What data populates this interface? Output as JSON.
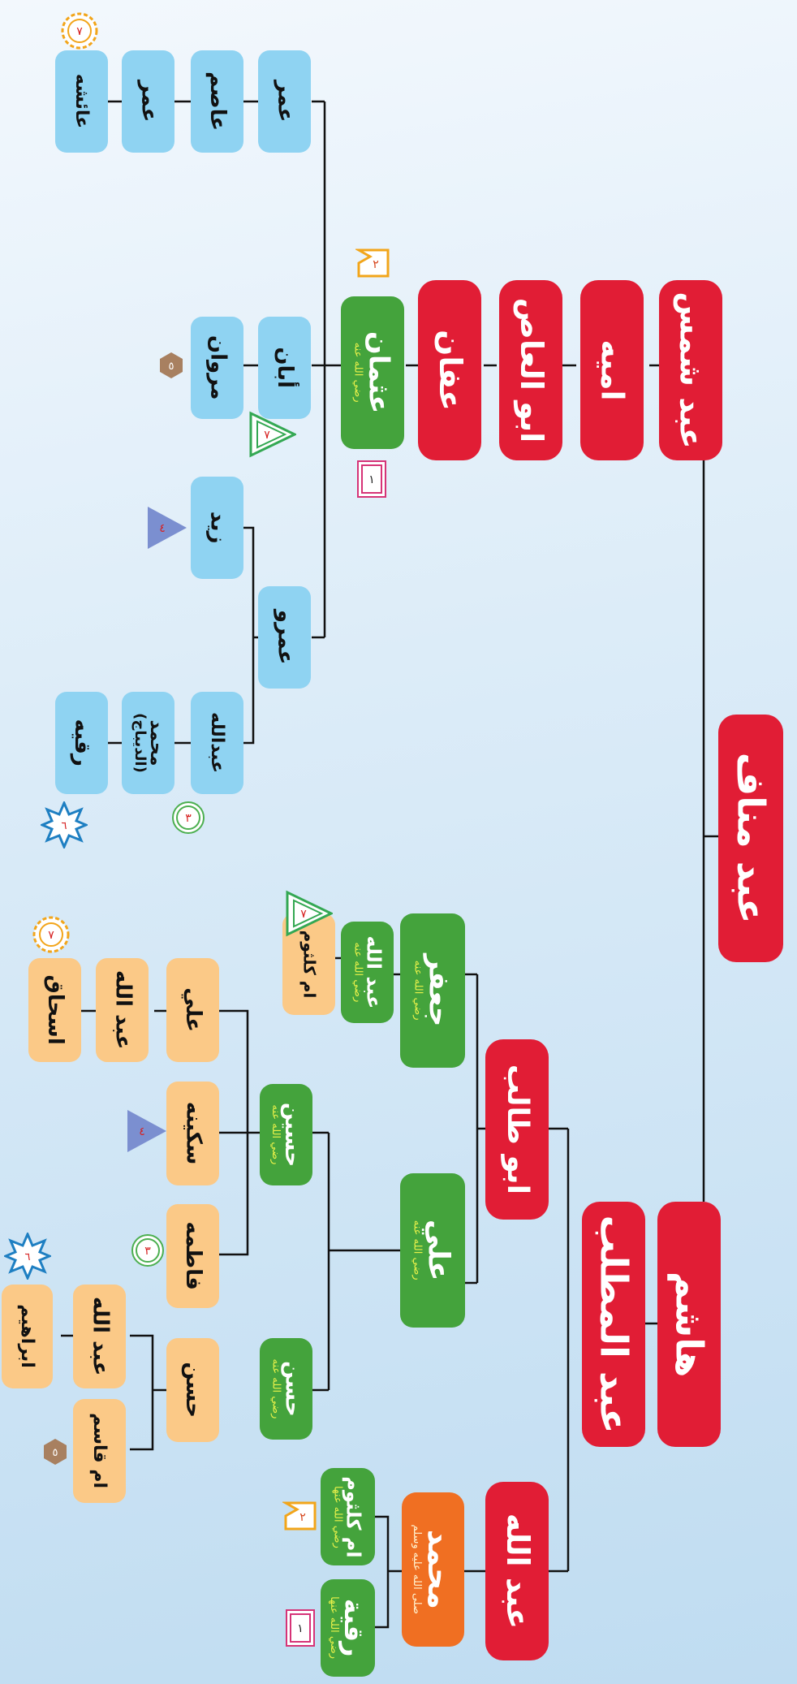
{
  "tree": {
    "root": "عبد مناف",
    "hashim": "هاشم",
    "abdul_muttalib": "عبد المطلب",
    "abdullah": "عبد الله",
    "muhammad": "محمد",
    "muhammad_salutation": "صلى الله عليه وسلم",
    "ruqayyah": "رقية",
    "umm_kulthum": "ام كلثوم",
    "abu_talib": "ابو طالب",
    "ali": "علي",
    "jafar": "جعفر",
    "abdullah_ibn_jafar": "عبد الله",
    "umm_kulthum_2": "ام كلثوم",
    "hasan": "حسن",
    "husayn": "حسين",
    "hasan_son": "حسن",
    "abdullah_ibn_hasan": "عبد الله",
    "ibrahim": "ابراهيم",
    "umm_qasim": "ام قاسم",
    "fatimah": "فاطمه",
    "sukayna": "سكينه",
    "ali_2": "علي",
    "abdullah_ibn_ali": "عبد الله",
    "ishaq": "اسحاق",
    "abd_shams": "عبد شمس",
    "umayyah": "اميه",
    "abul_aas": "ابو العاص",
    "affan": "عفان",
    "uthman": "عثمان",
    "aban": "أبان",
    "marwan": "مروان",
    "umar": "عمر",
    "asim": "عاصم",
    "umar_2": "عمر",
    "aisha": "عائشه",
    "amr": "عمرو",
    "zayd": "زيد",
    "abdullah_ibn_amr": "عبدالله",
    "muhammad_dibaj": "محمد",
    "dibaj_note": "(الديباج)",
    "ruqayyah_2": "رقيه",
    "radiallahu": "رضي الله عنه",
    "radiallahu_f": "رضي الله عنها"
  },
  "badges": {
    "one": "١",
    "two": "٢",
    "three": "٣",
    "four": "٤",
    "five": "٥",
    "six": "٦",
    "seven": "٧"
  },
  "colors": {
    "red": "#e11d35",
    "green": "#44a33c",
    "orange": "#f06f22",
    "peach": "#fbc987",
    "blue": "#8fd3f2"
  }
}
